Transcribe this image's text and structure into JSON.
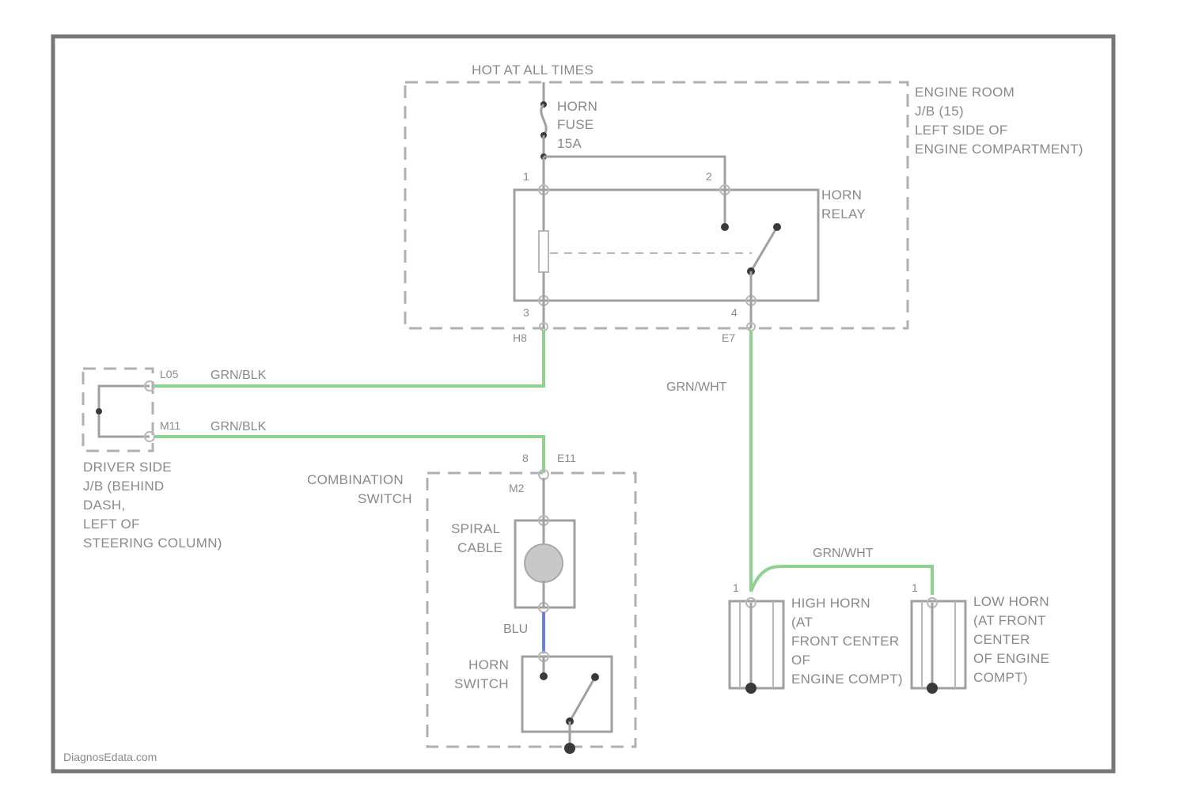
{
  "colors": {
    "wire_green": "#8fd18f",
    "wire_blue": "#6b7fe0",
    "frame": "#777777",
    "component": "#a0a0a0",
    "label": "#8a8a8a"
  },
  "labels": {
    "hot_at_all_times": "HOT AT ALL TIMES",
    "engine_room_jb": [
      "ENGINE ROOM",
      "J/B (15)",
      "LEFT SIDE OF",
      "ENGINE COMPARTMENT)"
    ],
    "horn_fuse": [
      "HORN",
      "FUSE",
      "15A"
    ],
    "horn_relay": [
      "HORN",
      "RELAY"
    ],
    "pin_1": "1",
    "pin_2": "2",
    "pin_3": "3",
    "pin_4": "4",
    "conn_h8": "H8",
    "conn_e7": "E7",
    "conn_left_top": "L05",
    "conn_left_bottom": "M11",
    "driver_side_jb": [
      "DRIVER SIDE",
      "J/B (BEHIND",
      "DASH,",
      "LEFT OF",
      "STEERING COLUMN)"
    ],
    "combination_switch": [
      "COMBINATION",
      "SWITCH"
    ],
    "conn_m2": "M2",
    "pin_b": "8",
    "conn_e11": "E11",
    "spiral_cable": [
      "SPIRAL",
      "CABLE"
    ],
    "horn_switch": [
      "HORN",
      "SWITCH"
    ],
    "high_horn": [
      "HIGH HORN",
      "(AT",
      "FRONT CENTER",
      "OF",
      "ENGINE COMPT)"
    ],
    "low_horn": [
      "LOW HORN",
      "(AT FRONT",
      "CENTER",
      "OF ENGINE",
      "COMPT)"
    ],
    "watermark": "DiagnosEdata.com"
  },
  "wires": {
    "top_left": "GRN/BLK",
    "bottom_left": "GRN/BLK",
    "relay_to_horns": "GRN/WHT",
    "horn_bridge": "GRN/WHT",
    "spiral_to_switch": "BLU"
  }
}
